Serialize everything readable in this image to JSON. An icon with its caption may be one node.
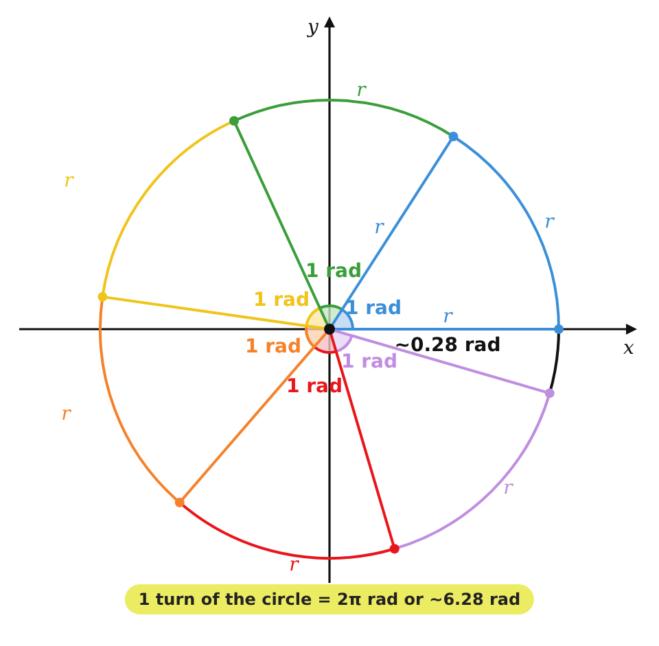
{
  "diagram": {
    "caption": "1 turn of the circle = 2π rad or ~6.28 rad",
    "labels": [
      "y",
      "r",
      "r",
      "r",
      "r",
      "1 rad",
      "1 rad",
      "1 rad",
      "r",
      "x",
      "~0.28 rad",
      "1 rad",
      "1 rad",
      "1 rad",
      "r",
      "r",
      "r"
    ]
  }
}
